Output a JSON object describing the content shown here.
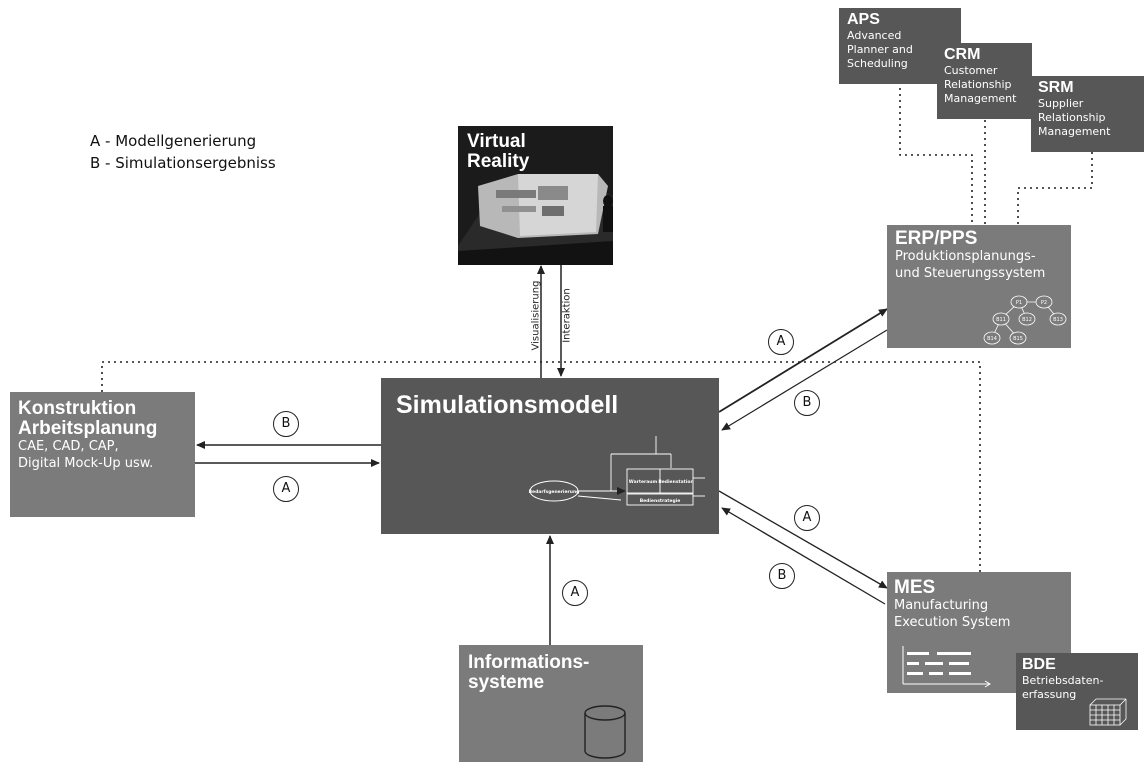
{
  "legend": {
    "a": "A - Modellgenerierung",
    "b": "B - Simulationsergebniss"
  },
  "boxes": {
    "aps": {
      "title": "APS",
      "sub1": "Advanced",
      "sub2": "Planner and",
      "sub3": "Scheduling"
    },
    "crm": {
      "title": "CRM",
      "sub1": "Customer",
      "sub2": "Relationship",
      "sub3": "Management"
    },
    "srm": {
      "title": "SRM",
      "sub1": "Supplier",
      "sub2": "Relationship",
      "sub3": "Management"
    },
    "vr": {
      "title1": "Virtual",
      "title2": "Reality"
    },
    "erp": {
      "title": "ERP/PPS",
      "sub1": "Produktionsplanungs-",
      "sub2": "und Steuerungssystem",
      "nodes": [
        "P1",
        "P2",
        "B11",
        "B12",
        "B13",
        "B14",
        "B15"
      ]
    },
    "konstruktion": {
      "title1": "Konstruktion",
      "title2": "Arbeitsplanung",
      "sub1": "CAE, CAD, CAP,",
      "sub2": "Digital Mock-Up usw."
    },
    "sim": {
      "title": "Simulationsmodell",
      "mini": {
        "ellipse_label": "Bedarfsgenerierung",
        "box_left": "Warteraum",
        "box_right": "Bedienstation",
        "box_bottom": "Bedienstrategie"
      }
    },
    "info": {
      "title1": "Informations-",
      "title2": "systeme"
    },
    "mes": {
      "title": "MES",
      "sub1": "Manufacturing",
      "sub2": "Execution System"
    },
    "bde": {
      "title": "BDE",
      "sub1": "Betriebsdaten-",
      "sub2": "erfassung"
    }
  },
  "connector_labels": {
    "visualisierung": "Visualisierung",
    "interaktion": "Interaktion",
    "a": "A",
    "b": "B"
  },
  "colors": {
    "dark_box": "#575757",
    "mid_box": "#7b7b7b",
    "line": "#222222"
  }
}
